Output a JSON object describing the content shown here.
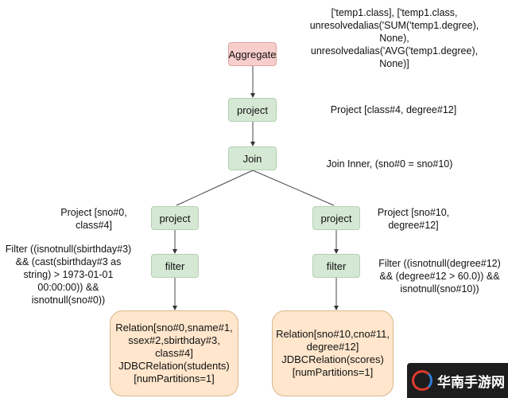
{
  "nodes": {
    "aggregate": "Aggregate",
    "project_top": "project",
    "join": "Join",
    "project_left": "project",
    "project_right": "project",
    "filter_left": "filter",
    "filter_right": "filter",
    "relation_left": "Relation[sno#0,sname#1,\nssex#2,sbirthday#3,\nclass#4]\nJDBCRelation(students)\n[numPartitions=1]",
    "relation_right": "Relation[sno#10,cno#11,\ndegree#12]\nJDBCRelation(scores)\n[numPartitions=1]"
  },
  "notes": {
    "aggregate": "['temp1.class], ['temp1.class,\nunresolvedalias('SUM('temp1.degree),\nNone),\nunresolvedalias('AVG('temp1.degree),\nNone)]",
    "project_top": "Project [class#4, degree#12]",
    "join": "Join Inner, (sno#0 = sno#10)",
    "project_left": "Project [sno#0,\nclass#4]",
    "filter_left": "Filter ((isnotnull(sbirthday#3)\n&& (cast(sbirthday#3 as\nstring) > 1973-01-01\n00:00:00)) &&\nisnotnull(sno#0))",
    "project_right": "Project [sno#10,\ndegree#12]",
    "filter_right": "Filter ((isnotnull(degree#12)\n&& (degree#12 > 60.0)) &&\nisnotnull(sno#10))"
  },
  "watermark": "华南手游网",
  "colors": {
    "aggregate": "#f8cecc",
    "operator": "#d5e8d4",
    "relation": "#ffe6cc"
  }
}
